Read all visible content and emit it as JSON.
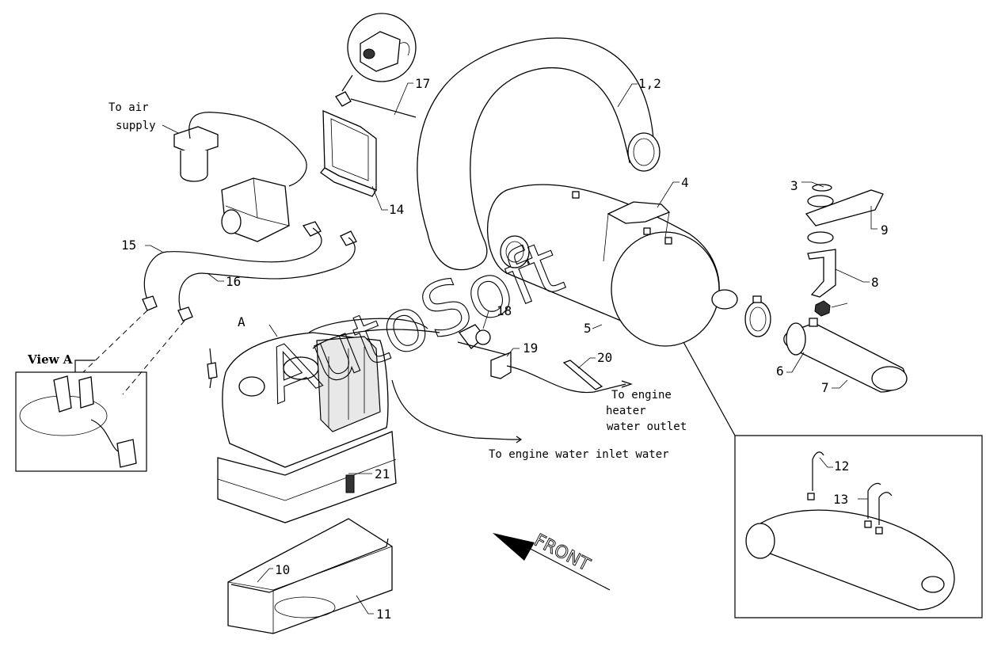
{
  "diagram": {
    "part_labels": [
      "1,2",
      "3",
      "4",
      "5",
      "6",
      "7",
      "8",
      "9",
      "10",
      "11",
      "12",
      "13",
      "14",
      "15",
      "16",
      "17",
      "18",
      "19",
      "20",
      "21"
    ],
    "view_label": "View A",
    "callout_a": "A",
    "notes": {
      "air_supply_line1": "To air",
      "air_supply_line2": "supply",
      "heater_outlet_line1": "To engine",
      "heater_outlet_line2": "heater",
      "heater_outlet_line3": "water outlet",
      "water_inlet": "To engine water inlet water"
    },
    "front_label": "FRONT",
    "watermark": "AutoSoft"
  }
}
